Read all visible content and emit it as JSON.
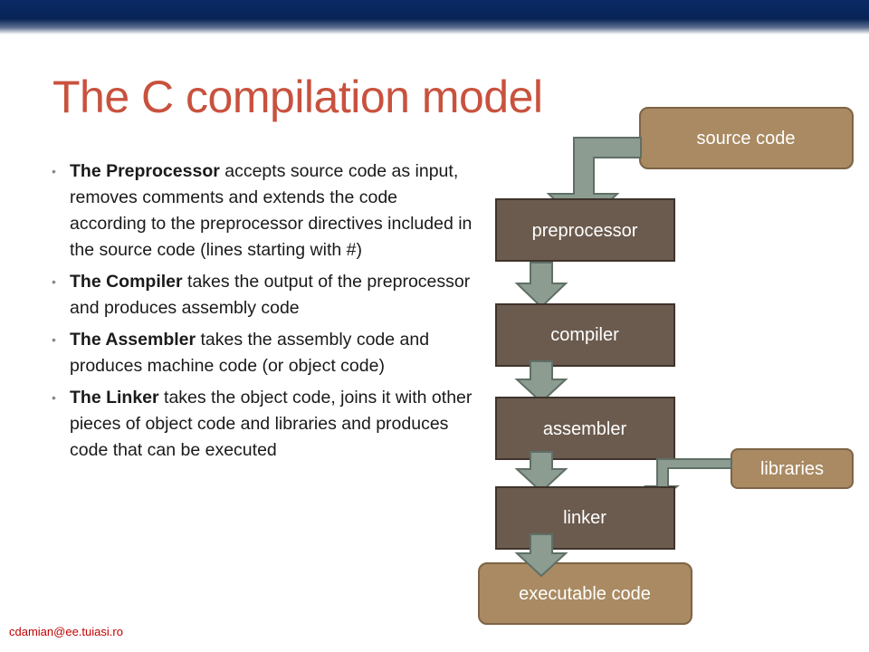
{
  "slide": {
    "title": "The C compilation model",
    "footer_email": "cdamian@ee.tuiasi.ro"
  },
  "bullets": [
    {
      "term": "The Preprocessor",
      "text": " accepts source code as input, removes comments and extends the code according to the preprocessor directives included in the source code (lines starting with #)"
    },
    {
      "term": "The Compiler",
      "text": " takes the output of the preprocessor and produces assembly code"
    },
    {
      "term": "The Assembler",
      "text": " takes the assembly code and produces machine code (or object code)"
    },
    {
      "term": "The Linker",
      "text": " takes the object code, joins it with other pieces of object code and libraries and produces code that can be executed"
    }
  ],
  "diagram": {
    "colors": {
      "input_box": "#a98a62",
      "stage_box": "#6b5b4e",
      "arrow_fill": "#8c9c90",
      "arrow_stroke": "#5f6f66"
    },
    "nodes": {
      "source": "source code",
      "preprocessor": "preprocessor",
      "compiler": "compiler",
      "assembler": "assembler",
      "linker": "linker",
      "libraries": "libraries",
      "executable": "executable code"
    }
  }
}
